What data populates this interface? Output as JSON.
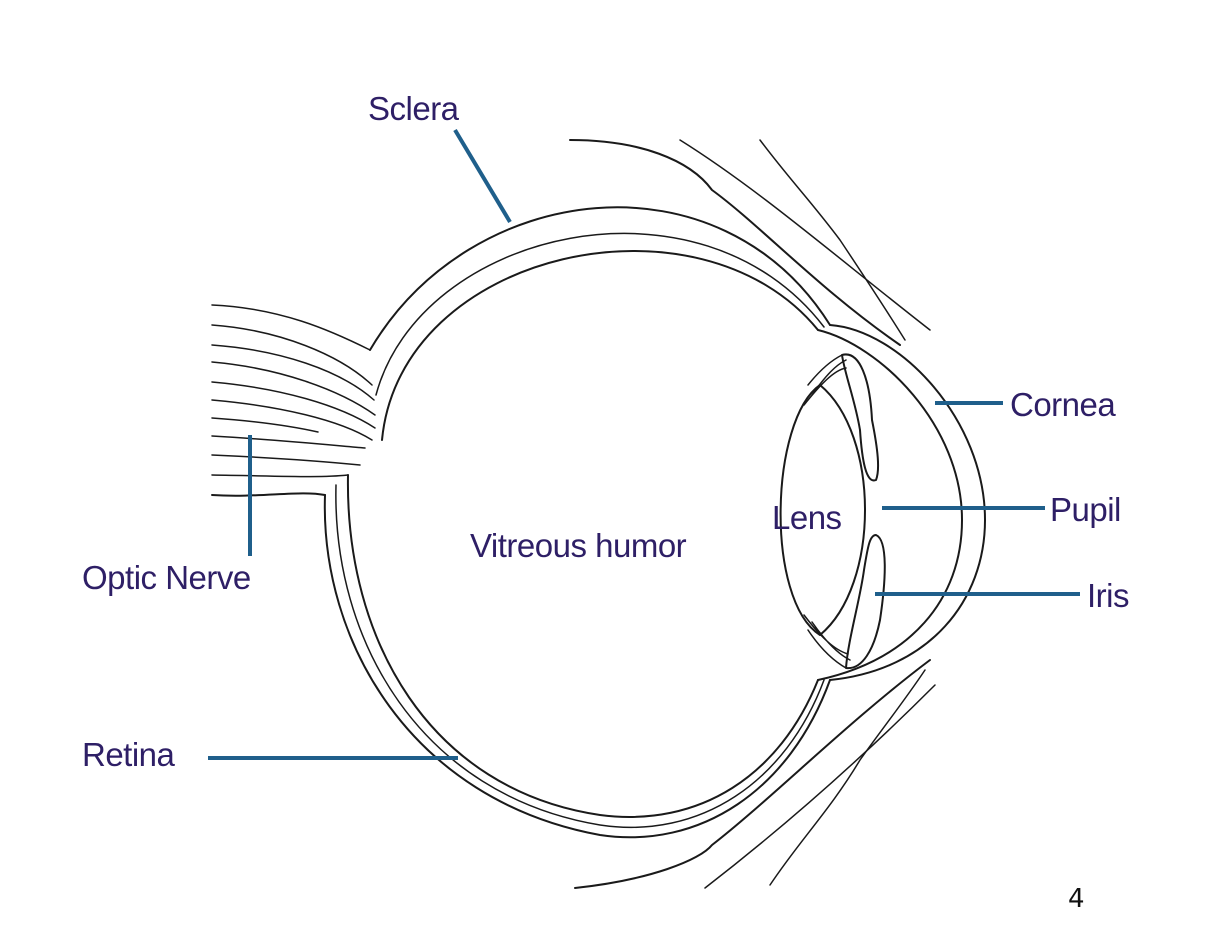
{
  "diagram": {
    "labels": {
      "sclera": "Sclera",
      "cornea": "Cornea",
      "pupil": "Pupil",
      "iris": "Iris",
      "lens": "Lens",
      "vitreous": "Vitreous humor",
      "optic_nerve": "Optic Nerve",
      "retina": "Retina"
    },
    "colors": {
      "label_text": "#2e1f66",
      "leader_line": "#1f5f8b",
      "outline": "#1a1a1a",
      "page_number": "#111111"
    }
  },
  "page": {
    "number": "4"
  }
}
